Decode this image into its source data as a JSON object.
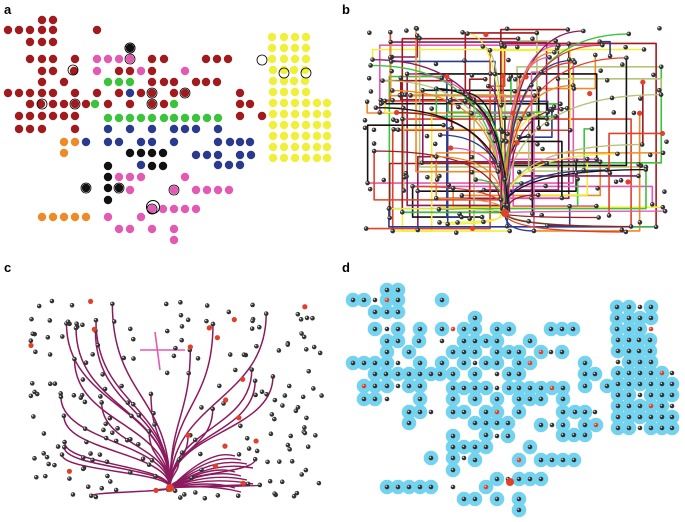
{
  "panels": [
    {
      "label": "a"
    },
    {
      "label": "b"
    },
    {
      "label": "c"
    },
    {
      "label": "d"
    }
  ],
  "colors": {
    "darkred": "#a01a1e",
    "pink": "#e35ab4",
    "green": "#3bc43b",
    "navy": "#2a3a8e",
    "black": "#111111",
    "orange": "#ee8a27",
    "yellow": "#f0f03a",
    "olive": "#b8c27a",
    "purple": "#8c1a5e",
    "cyan": "#74d3ee",
    "red": "#e0412a",
    "grey": "#444444"
  }
}
